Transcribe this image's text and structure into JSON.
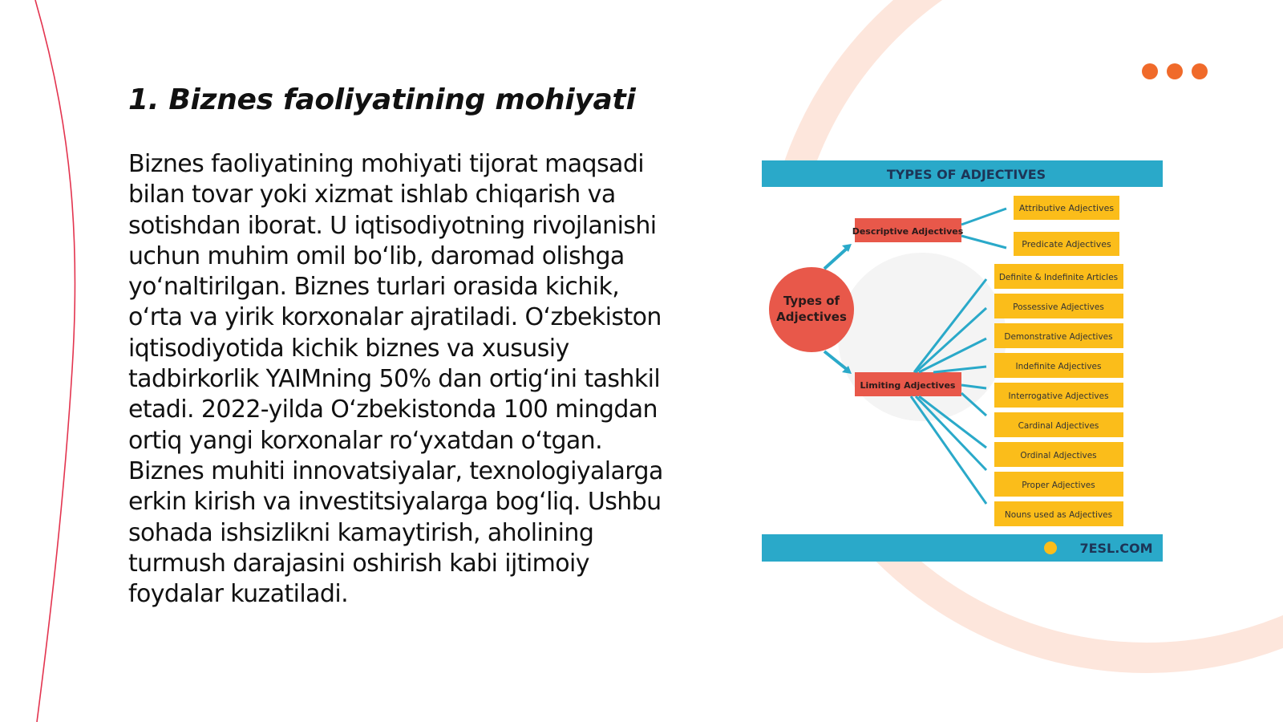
{
  "slide": {
    "title": "1. Biznes faoliyatining mohiyati",
    "body": "Biznes faoliyatining mohiyati tijorat maqsadi bilan tovar yoki xizmat ishlab chiqarish va sotishdan iborat. U iqtisodiyotning rivojlanishi uchun muhim omil bo‘lib, daromad olishga yo‘naltirilgan. Biznes turlari orasida kichik, o‘rta va yirik korxonalar ajratiladi. O‘zbekiston iqtisodiyotida kichik biznes va xususiy tadbirkorlik YAIMning 50% dan ortig‘ini tashkil etadi. 2022-yilda O‘zbekistonda 100 mingdan ortiq yangi korxonalar ro‘yxatdan o‘tgan. Biznes muhiti innovatsiyalar, texnologiyalarga erkin kirish va investitsiyalarga bog‘liq. Ushbu sohada ishsizlikni kamaytirish, aholining turmush darajasini oshirish kabi ijtimoiy foydalar kuzatiladi."
  },
  "infographic": {
    "header": "TYPES OF ADJECTIVES",
    "center": [
      "Types of",
      "Adjectives"
    ],
    "descriptive_label": "Descriptive Adjectives",
    "limiting_label": "Limiting Adjectives",
    "descriptive_items": [
      "Attributive Adjectives",
      "Predicate Adjectives"
    ],
    "limiting_items": [
      "Definite & Indefinite Articles",
      "Possessive Adjectives",
      "Demonstrative Adjectives",
      "Indefinite Adjectives",
      "Interrogative Adjectives",
      "Cardinal Adjectives",
      "Ordinal Adjectives",
      "Proper Adjectives",
      "Nouns used as Adjectives"
    ],
    "footer_logo": "7ESL.COM"
  },
  "colors": {
    "accent": "#f06a2a",
    "accent_light": "#fde6dc",
    "line": "#e3344f",
    "teal": "#2aa9c9",
    "box_red": "#e8584a",
    "box_yellow": "#fbbd1a"
  }
}
